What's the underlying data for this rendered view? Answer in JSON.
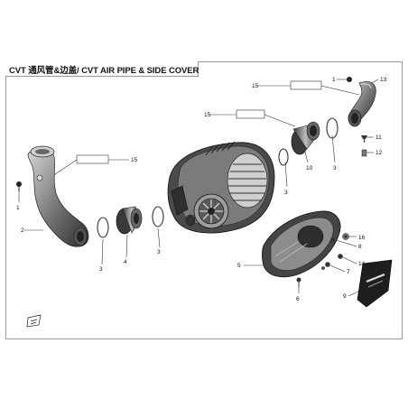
{
  "title": "CVT 通风管&边盖/ CVT AIR PIPE & SIDE COVER",
  "callouts": [
    {
      "id": "c1a",
      "label": "1"
    },
    {
      "id": "c13",
      "label": "13"
    },
    {
      "id": "c15a",
      "label": "15"
    },
    {
      "id": "c15b",
      "label": "15"
    },
    {
      "id": "c11",
      "label": "11"
    },
    {
      "id": "c12",
      "label": "12"
    },
    {
      "id": "c10",
      "label": "10"
    },
    {
      "id": "c3a",
      "label": "3"
    },
    {
      "id": "c3b",
      "label": "3"
    },
    {
      "id": "c15c",
      "label": "15"
    },
    {
      "id": "c1b",
      "label": "1"
    },
    {
      "id": "c2",
      "label": "2"
    },
    {
      "id": "c3c",
      "label": "3"
    },
    {
      "id": "c4",
      "label": "4"
    },
    {
      "id": "c3d",
      "label": "3"
    },
    {
      "id": "c16",
      "label": "16"
    },
    {
      "id": "c8",
      "label": "8"
    },
    {
      "id": "c5",
      "label": "5"
    },
    {
      "id": "c14",
      "label": "14"
    },
    {
      "id": "c7",
      "label": "7"
    },
    {
      "id": "c6",
      "label": "6"
    },
    {
      "id": "c9",
      "label": "9"
    }
  ],
  "colors": {
    "line": "#333333",
    "part": "#2a2a2a",
    "part_light": "#bfbfbf",
    "frame": "#9a9a9a"
  },
  "icons": [
    "logo-badge-icon"
  ]
}
